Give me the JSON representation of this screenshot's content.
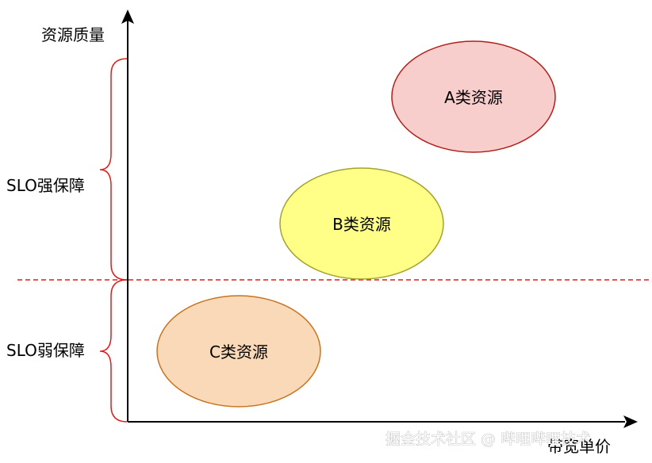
{
  "axes": {
    "y_label": "资源质量",
    "x_label": "带宽单价"
  },
  "bands": [
    {
      "label": "SLO强保障"
    },
    {
      "label": "SLO弱保障"
    }
  ],
  "resources": [
    {
      "label": "A类资源",
      "fill": "#f8cecc",
      "stroke": "#b0201b"
    },
    {
      "label": "B类资源",
      "fill": "#ffff88",
      "stroke": "#a3a32e"
    },
    {
      "label": "C类资源",
      "fill": "#fad9b8",
      "stroke": "#c8741f"
    }
  ],
  "colors": {
    "axis": "#000000",
    "brace": "#e01b1b",
    "divider": "#e01b1b"
  },
  "watermark": "掘金技术社区 @ 哔哩哔哩技术"
}
